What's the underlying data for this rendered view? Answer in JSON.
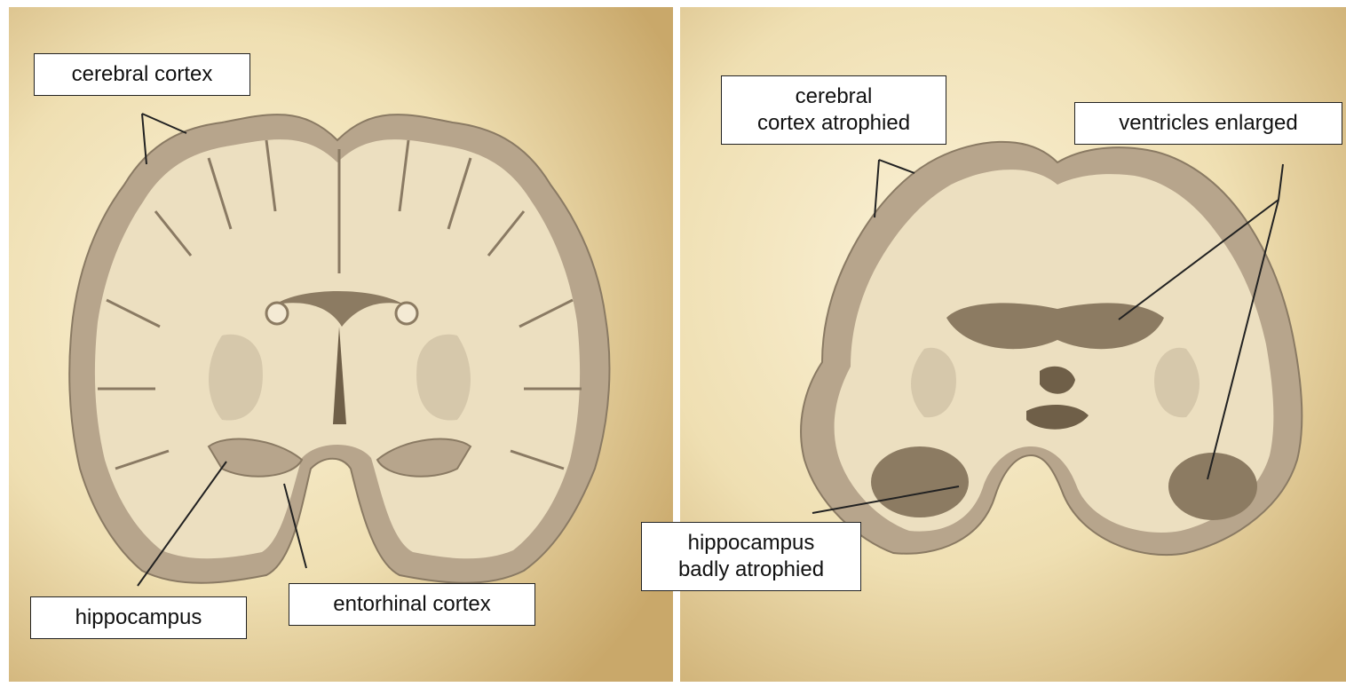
{
  "left_panel": {
    "labels": {
      "cerebral_cortex": "cerebral cortex",
      "hippocampus": "hippocampus",
      "entorhinal_cortex": "entorhinal cortex"
    }
  },
  "right_panel": {
    "labels": {
      "cortex_atrophied_line1": "cerebral",
      "cortex_atrophied_line2": "cortex atrophied",
      "ventricles_enlarged": "ventricles enlarged",
      "hippocampus_atrophied_line1": "hippocampus",
      "hippocampus_atrophied_line2": "badly atrophied"
    }
  },
  "colors": {
    "background": "#efdfb2",
    "white_matter": "#ecdfc0",
    "gray_matter": "#b7a58c",
    "ventricle": "#8c7b62",
    "deep_nuclei": "#d6c8ab",
    "leader_line": "#222222"
  }
}
